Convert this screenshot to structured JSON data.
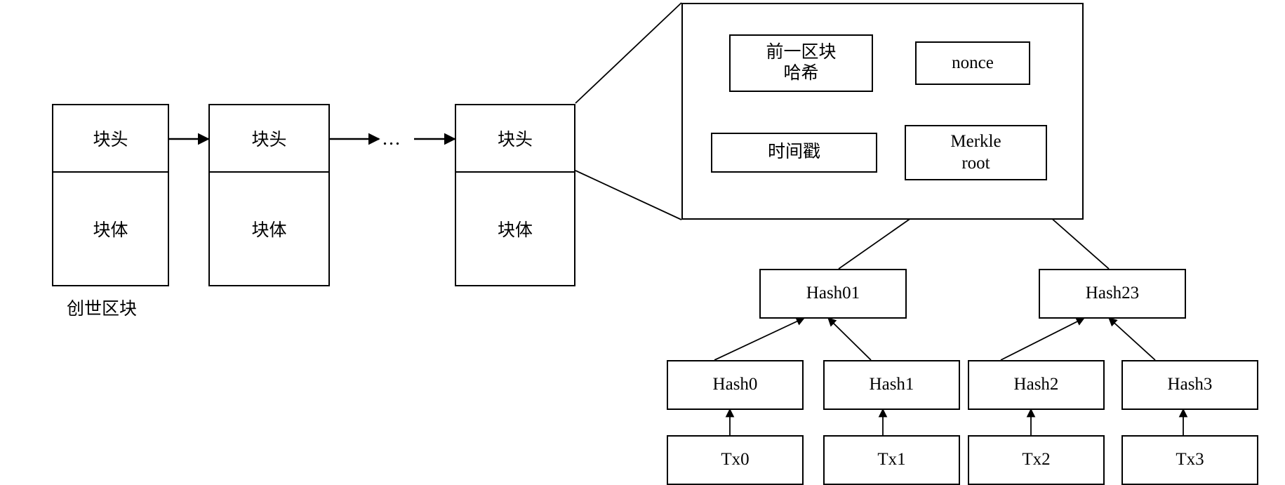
{
  "diagram": {
    "title": "Blockchain structure with block header detail and Merkle tree",
    "stroke_color": "#000000",
    "background_color": "#ffffff"
  },
  "chain": {
    "blocks": [
      {
        "header": "块头",
        "body": "块体"
      },
      {
        "header": "块头",
        "body": "块体"
      },
      {
        "header": "块头",
        "body": "块体"
      }
    ],
    "ellipsis": "...",
    "genesis_caption": "创世区块"
  },
  "header_detail": {
    "fields": [
      {
        "label": "前一区块\n哈希"
      },
      {
        "label": "nonce"
      },
      {
        "label": "时间戳"
      },
      {
        "label": "Merkle\nroot"
      }
    ]
  },
  "merkle_tree": {
    "root": "Merkle\nroot",
    "level1": [
      "Hash01",
      "Hash23"
    ],
    "level2": [
      "Hash0",
      "Hash1",
      "Hash2",
      "Hash3"
    ],
    "transactions": [
      "Tx0",
      "Tx1",
      "Tx2",
      "Tx3"
    ]
  }
}
